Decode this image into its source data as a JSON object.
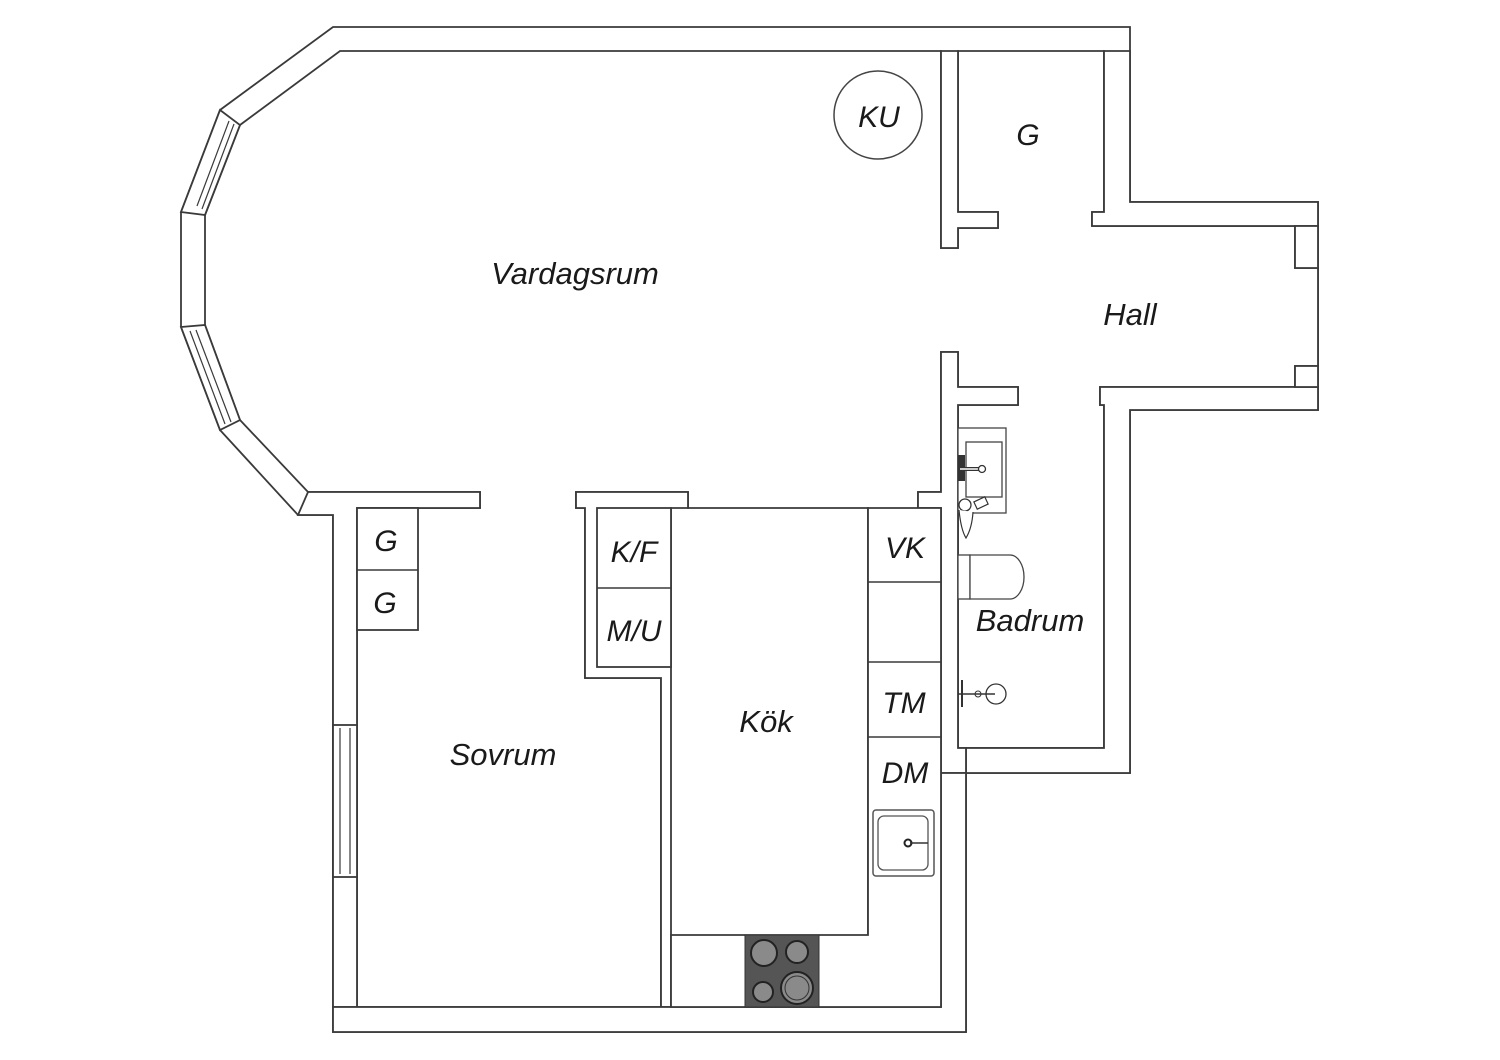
{
  "plan": {
    "rooms": {
      "vardagsrum": "Vardagsrum",
      "hall": "Hall",
      "sovrum": "Sovrum",
      "kok": "Kök",
      "badrum": "Badrum"
    },
    "fixtures": {
      "ku": "KU",
      "g_hall": "G",
      "g_sovrum_1": "G",
      "g_sovrum_2": "G",
      "kf": "K/F",
      "mu": "M/U",
      "vk": "VK",
      "tm": "TM",
      "dm": "DM"
    },
    "colors": {
      "wall_stroke": "#3a3a3a",
      "wall_fill": "#ffffff",
      "stove": "#555555",
      "burner": "#8a8a8a"
    }
  }
}
